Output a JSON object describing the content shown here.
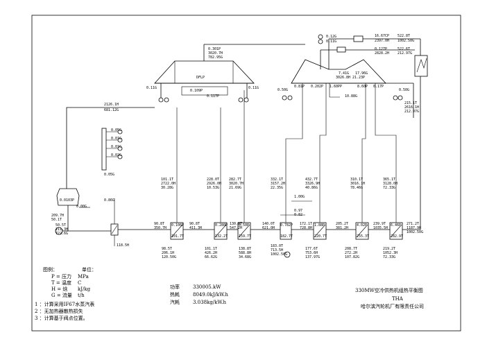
{
  "chart_data": {
    "type": "table",
    "title": "330MW空冷供热机组热平衡图",
    "condition": "THA",
    "company": "哈尔滨汽轮机厂有限责任公司",
    "perf": {
      "power_label": "功率",
      "power_value": "330005.kW",
      "heatrate_label": "热耗",
      "heatrate_value": "8049.0kJ/kW.h",
      "steamrate_label": "汽耗",
      "steamrate_value": "3.038kg/kW.h"
    }
  },
  "legend": {
    "title": "图例：",
    "unit_title": "单位：",
    "rows": [
      {
        "sym": "P = 压力",
        "unit": "MPa"
      },
      {
        "sym": "T = 温度",
        "unit": "C"
      },
      {
        "sym": "H = 焓",
        "unit": "kJ/kg"
      },
      {
        "sym": "G = 流量",
        "unit": "t/h"
      }
    ]
  },
  "notes": [
    "1 ：计算采用IF67水蒸汽表",
    "2 ：无加热器散热损失",
    "3 ：计算基于阀点位置。"
  ],
  "labels": {
    "main_steam_g": "16.67CP",
    "main_steam_t": "522.8T",
    "main_steam_h": "2397.0H",
    "main_steam_f": "1002.50G",
    "reheat_g": "0.127P",
    "reheat_t": "522.6T",
    "reheat_h": "2828.2H",
    "reheat_f": "212.97G",
    "gland_1": "0.12G",
    "gland_2": "0.11G",
    "lp_top1": "0.301P",
    "lp_top2": "3020.7H",
    "lp_top3": "782.95G",
    "lp_name": "DFLP",
    "ip_1": "7.41G",
    "ip_2": "17.96G",
    "ip_3": "3026.8H",
    "ip_4": "21.23P",
    "lp_left": "0.11G",
    "lp_right": "0.11G",
    "lp_mid1": "0.109P",
    "lp_mid2": "0.117P",
    "ex1": "0.81P",
    "ex2": "0.202P",
    "ex3": "1.60PP",
    "ex4": "8.60P",
    "ex5": "0.17P",
    "ex6": "0.50G",
    "ex7": "0.50G",
    "hp_side": "10.88G",
    "cond_1": "2126.1H",
    "cond_2": "681.12G",
    "rt_1": "215.1T",
    "rt_2": "2616.1H",
    "rt_3": "212.97G",
    "stack_1": "0.05G",
    "stack_2": "0.01G",
    "stack_3": "0.01G",
    "stack_4": "0.02G",
    "stack_5": "0.05G",
    "cond_p": "0.0103P",
    "cond_g": "0.00G",
    "cond_t1": "209.7H",
    "cond_t2": "50.1T",
    "pump_1": "50.5T",
    "pump_2": "211.3H",
    "pump_3": "722.6G",
    "deair": "0.86G",
    "small": "118.5H",
    "ext_a1": "101.1T",
    "ext_a2": "2722.0H",
    "ext_a3": "30.28G",
    "ext_b1": "228.0T",
    "ext_b2": "2926.0H",
    "ext_b3": "10.53G",
    "ext_c1": "282.7T",
    "ext_c2": "3020.7H",
    "ext_c3": "21.69G",
    "ext_d1": "332.1T",
    "ext_d2": "3157.2H",
    "ext_d3": "22.35G",
    "ext_e1": "432.7T",
    "ext_e2": "3326.9H",
    "ext_e3": "40.86G",
    "ext_f1": "310.1T",
    "ext_f2": "3016.1H",
    "ext_f3": "78.46G",
    "ext_g1": "365.1T",
    "ext_g2": "3128.0H",
    "ext_g3": "72.33G",
    "h1": "0.106P",
    "h1t": "101.7T",
    "h2": "0.280P",
    "h2t": "132.2T",
    "h3": "0.50P",
    "h3t": "159.7T",
    "h4": "0.782P",
    "h4t": "182.7T",
    "h5": "1.88P",
    "h5t": "220.7T",
    "h6": "4.02P",
    "h6t": "255.3T",
    "h7": "6.46P",
    "h7t": "282.9T",
    "fw_1": "90.8T",
    "fw_2": "350.7H",
    "fw_3": "90.8T",
    "fw_4": "411.3H",
    "fw_5": "130.0T",
    "fw_6": "547.2H",
    "fw_7": "140.0T",
    "fw_8": "621.0H",
    "fw_9": "172.1T",
    "fw_10": "728.8H",
    "fw_11": "205.2T",
    "fw_12": "381.2H",
    "fw_13": "239.9T",
    "fw_14": "1035.5H",
    "fw_15": "271.2T",
    "fw_16": "1187.9H",
    "fw_17": "1002.50G",
    "dr_1": "98.5T",
    "dr_2": "206.1H",
    "dr_3": "120.50G",
    "dr_4": "101.1T",
    "dr_5": "426.2H",
    "dr_6": "66.62G",
    "dr_7": "138.8T",
    "dr_8": "588.8H",
    "dr_9": "34.68G",
    "dr_10": "183.0T",
    "dr_11": "713.5H",
    "dr_12": "1002.50G",
    "dr_13": "177.6T",
    "dr_14": "753.6H",
    "dr_15": "137.97G",
    "dr_16": "208.7T",
    "dr_17": "272.2H",
    "dr_18": "107.82G",
    "dr_19": "219.2T",
    "dr_20": "1052.3H",
    "dr_21": "72.33G",
    "mid_1": "0.97",
    "mid_2": "0.82",
    "mid_3": "1.00G"
  }
}
